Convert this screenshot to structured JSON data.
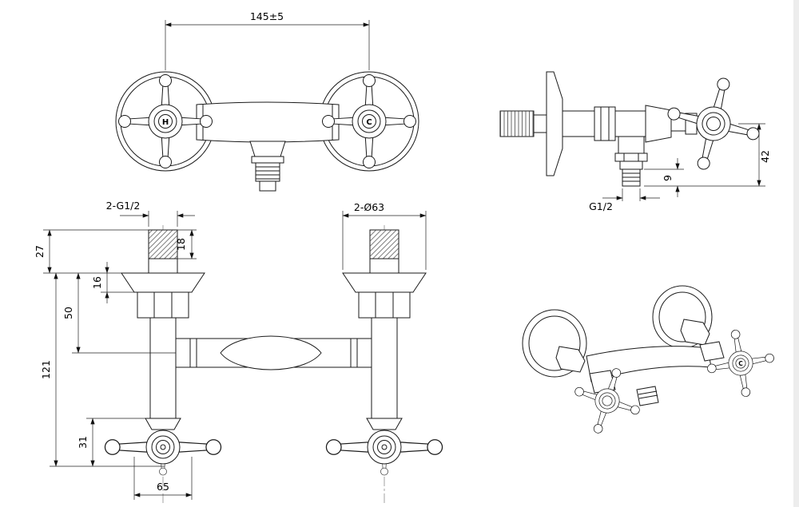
{
  "views": {
    "front": {
      "dim_center_distance": "145±5",
      "handle_hot_letter": "H",
      "handle_cold_letter": "C"
    },
    "side": {
      "dim_height": "42",
      "dim_thread_length": "9",
      "outlet_thread_label": "G1/2"
    },
    "plan": {
      "inlet_thread_label": "2-G1/2",
      "flange_diameter_label": "2-Ø63",
      "dim_27": "27",
      "dim_18": "18",
      "dim_16": "16",
      "dim_50": "50",
      "dim_121": "121",
      "dim_31": "31",
      "dim_65": "65"
    },
    "iso": {
      "handle_cold_letter": "C"
    }
  }
}
